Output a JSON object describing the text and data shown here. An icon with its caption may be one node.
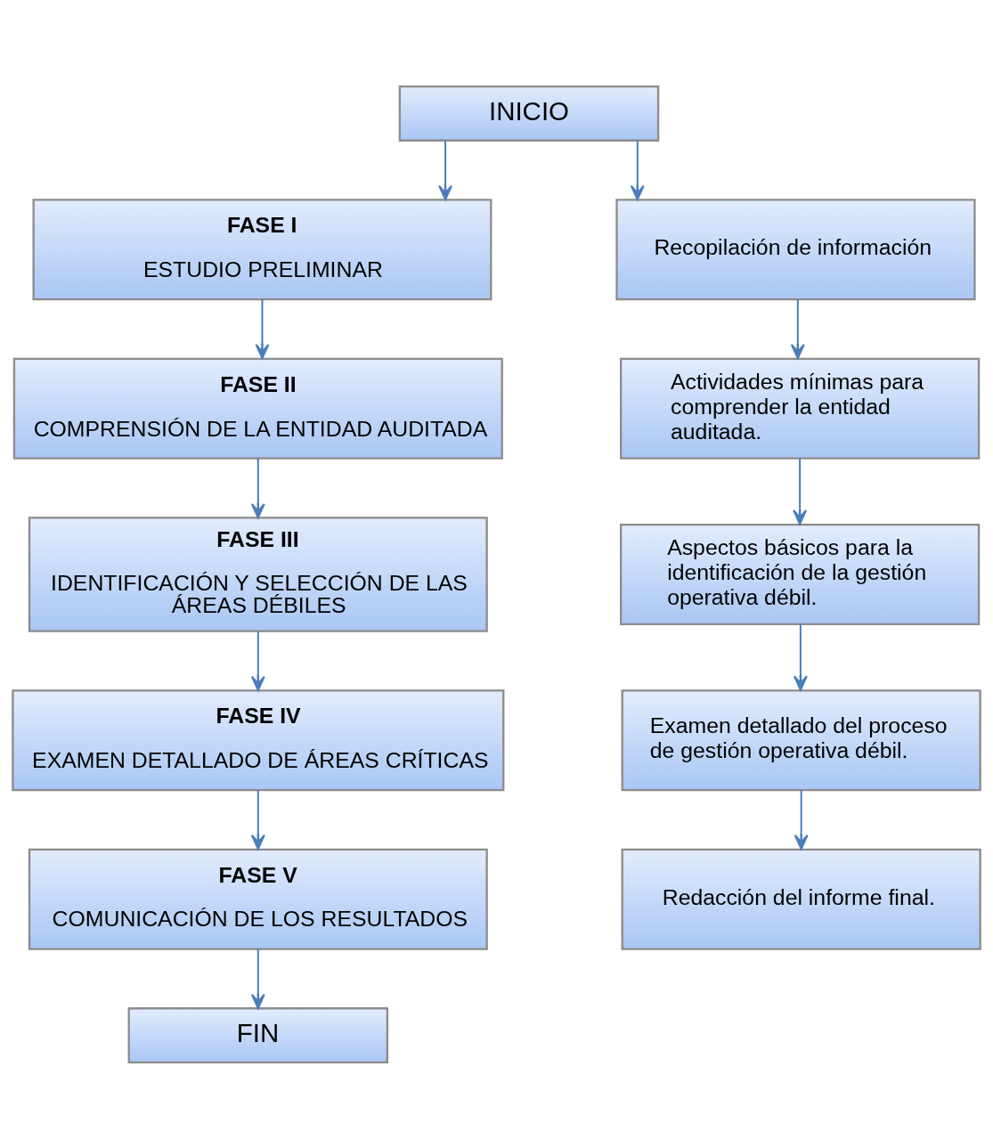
{
  "diagram": {
    "nodes": [
      {
        "text": [
          "INICIO"
        ]
      },
      {
        "text": [
          "FASE I",
          "ESTUDIO PRELIMINAR"
        ]
      },
      {
        "text": [
          "Recopilación de información"
        ]
      },
      {
        "text": [
          "FASE II",
          "COMPRENSIÓN DE LA ENTIDAD AUDITADA"
        ]
      },
      {
        "text": [
          "Actividades mínimas para comprender la entidad auditada."
        ]
      },
      {
        "text": [
          "FASE III",
          "IDENTIFICACIÓN Y SELECCIÓN DE LAS ÁREAS DÉBILES"
        ]
      },
      {
        "text": [
          "Aspectos básicos para la identificación de la gestión operativa débil."
        ]
      },
      {
        "text": [
          "FASE IV",
          "EXAMEN DETALLADO DE ÁREAS CRÍTICAS"
        ]
      },
      {
        "text": [
          "Examen detallado del proceso de gestión operativa débil."
        ]
      },
      {
        "text": [
          "FASE V",
          "COMUNICACIÓN DE LOS RESULTADOS"
        ]
      },
      {
        "text": [
          "Redacción del informe final."
        ]
      },
      {
        "text": [
          "FIN"
        ]
      }
    ],
    "edges": [
      {
        "from": 0,
        "to": 1,
        "arrow": "to"
      },
      {
        "from": 0,
        "to": 2,
        "arrow": "to"
      },
      {
        "from": 1,
        "to": 3,
        "arrow": "to"
      },
      {
        "from": 2,
        "to": 4,
        "arrow": "to"
      },
      {
        "from": 3,
        "to": 5,
        "arrow": "to"
      },
      {
        "from": 4,
        "to": 6,
        "arrow": "to"
      },
      {
        "from": 5,
        "to": 7,
        "arrow": "to"
      },
      {
        "from": 6,
        "to": 8,
        "arrow": "to"
      },
      {
        "from": 7,
        "to": 9,
        "arrow": "to"
      },
      {
        "from": 8,
        "to": 10,
        "arrow": "to"
      },
      {
        "from": 9,
        "to": 11,
        "arrow": "to"
      }
    ]
  }
}
